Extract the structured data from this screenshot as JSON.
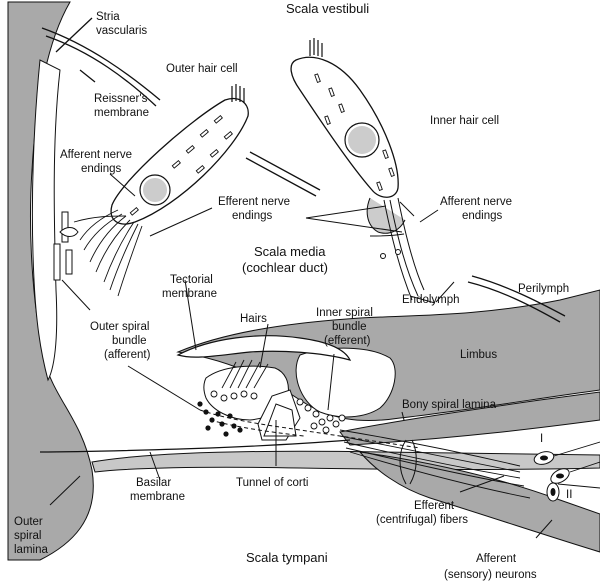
{
  "labels": {
    "scala_vestibuli": "Scala vestibuli",
    "stria_1": "Stria",
    "stria_2": "vascularis",
    "reissner_1": "Reissner's",
    "reissner_2": "membrane",
    "outer_hair_cell": "Outer hair cell",
    "inner_hair_cell": "Inner hair cell",
    "afferent_left_1": "Afferent nerve",
    "afferent_left_2": "endings",
    "efferent_1": "Efferent nerve",
    "efferent_2": "endings",
    "afferent_right_1": "Afferent nerve",
    "afferent_right_2": "endings",
    "scala_media_1": "Scala media",
    "scala_media_2": "(cochlear duct)",
    "tectorial_1": "Tectorial",
    "tectorial_2": "membrane",
    "endolymph": "Endolymph",
    "perilymph": "Perilymph",
    "outer_bundle_1": "Outer spiral",
    "outer_bundle_2": "bundle",
    "outer_bundle_3": "(afferent)",
    "hairs": "Hairs",
    "inner_bundle_1": "Inner spiral",
    "inner_bundle_2": "bundle",
    "inner_bundle_3": "(efferent)",
    "limbus": "Limbus",
    "bony_lamina": "Bony spiral lamina",
    "roman_1": "I",
    "roman_2": "II",
    "basilar_1": "Basilar",
    "basilar_2": "membrane",
    "tunnel": "Tunnel of corti",
    "efferent_fibers_1": "Efferent",
    "efferent_fibers_2": "(centrifugal) fibers",
    "outer_lamina_1": "Outer",
    "outer_lamina_2": "spiral",
    "outer_lamina_3": "lamina",
    "scala_tympani": "Scala tympani",
    "afferent_neurons_1": "Afferent",
    "afferent_neurons_2": "(sensory) neurons"
  },
  "colors": {
    "bone": "#a9a9a9",
    "line": "#111111",
    "fill": "#ffffff"
  }
}
